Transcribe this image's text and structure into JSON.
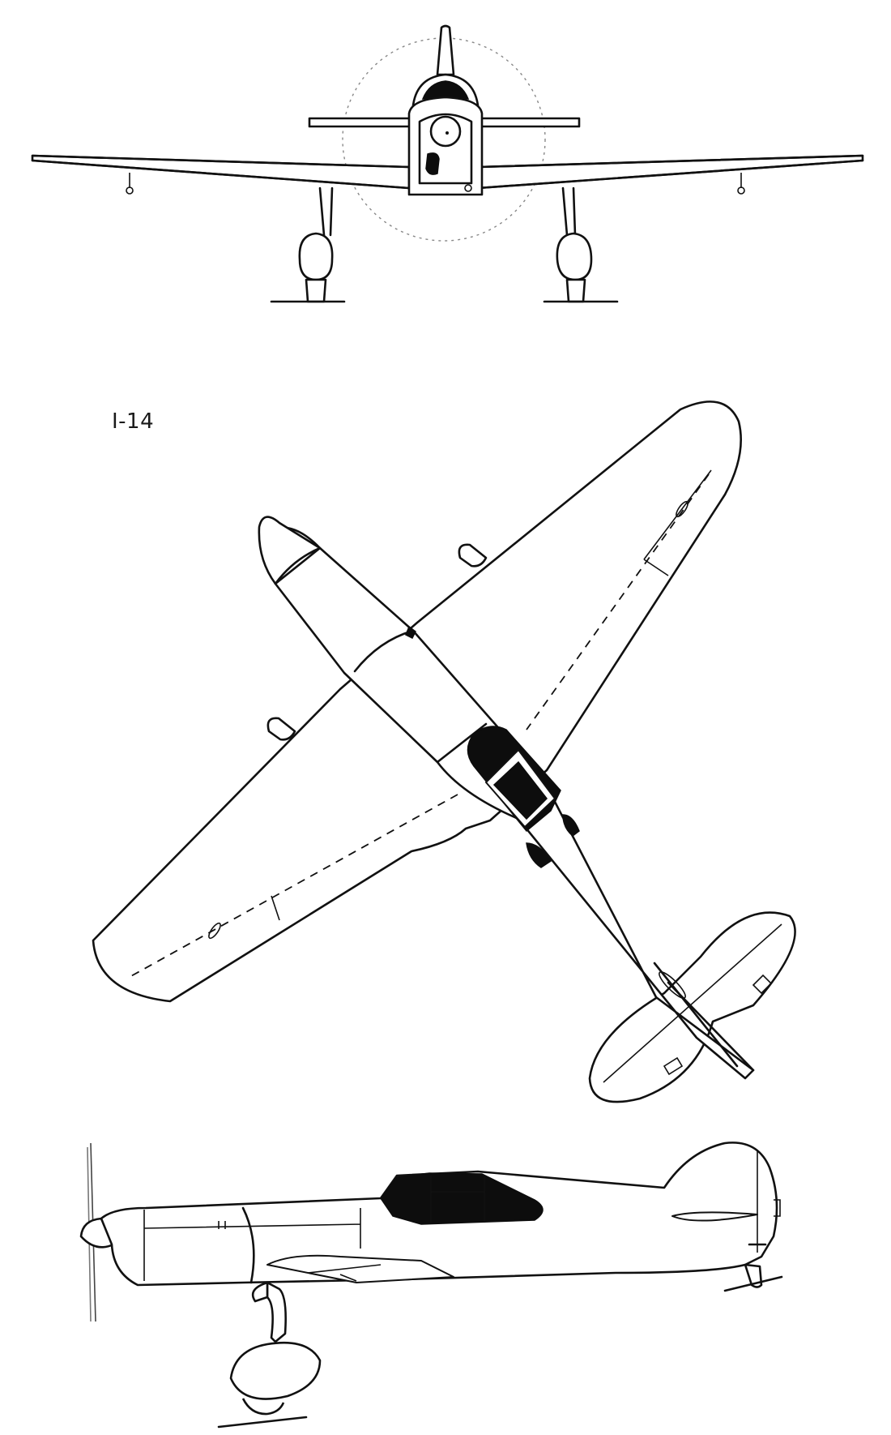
{
  "drawing": {
    "aircraft_label": "I-14",
    "views": [
      "front-view",
      "top-view",
      "side-view"
    ]
  },
  "colors": {
    "ink": "#111111",
    "paper": "#ffffff",
    "canopy": "#0d0d0d"
  }
}
